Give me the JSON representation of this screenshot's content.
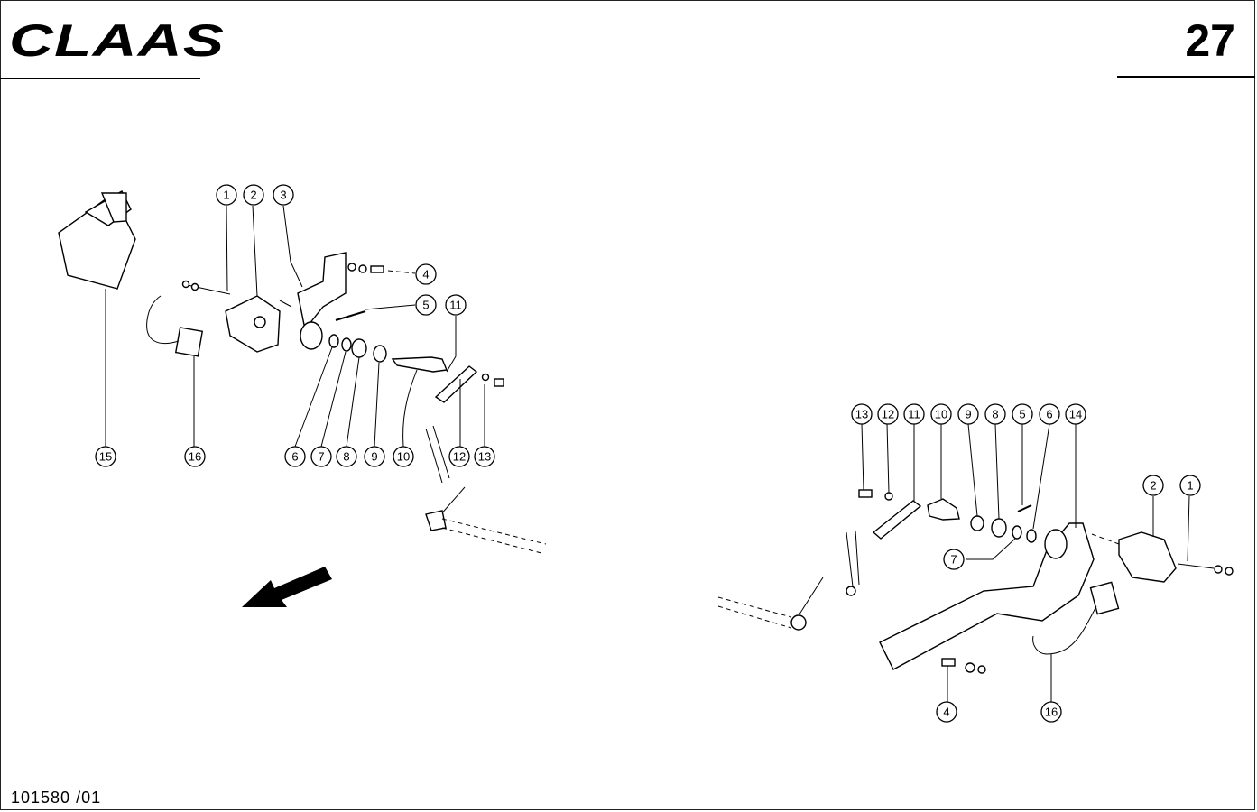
{
  "header": {
    "brand": "CLAAS",
    "page_number": "27"
  },
  "footer": {
    "drawing_code": "101580 /01"
  },
  "left_assembly": {
    "callouts": [
      "1",
      "2",
      "3",
      "4",
      "5",
      "11",
      "6",
      "7",
      "8",
      "9",
      "10",
      "12",
      "13",
      "15",
      "16"
    ]
  },
  "right_assembly": {
    "callouts": [
      "13",
      "12",
      "11",
      "10",
      "9",
      "8",
      "5",
      "6",
      "14",
      "2",
      "1",
      "7",
      "4",
      "16"
    ]
  },
  "icons": {
    "direction_arrow": "travel-direction-arrow-icon"
  }
}
